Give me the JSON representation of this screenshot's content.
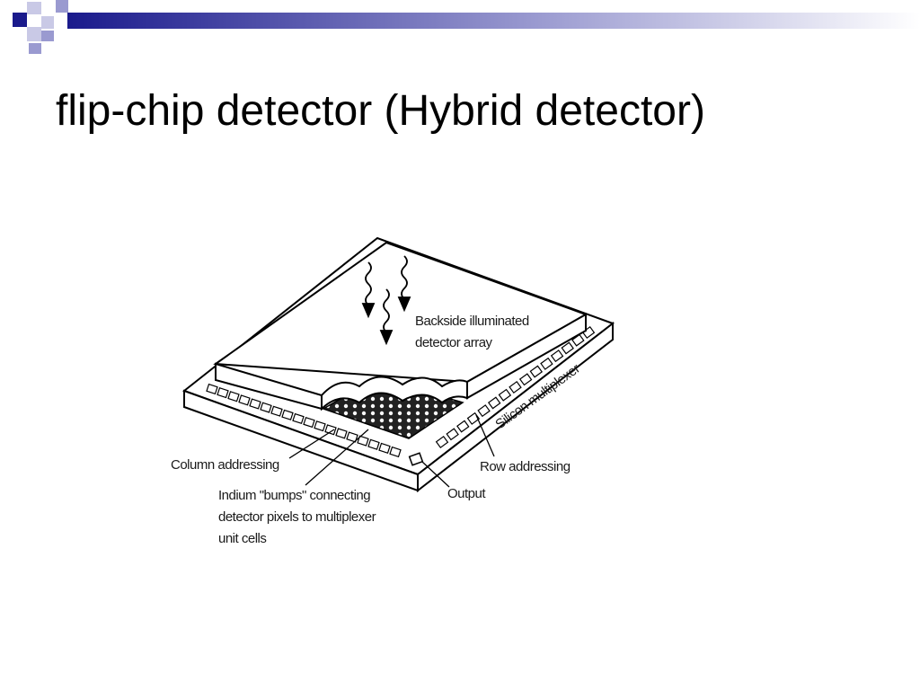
{
  "slide": {
    "title": "flip-chip detector (Hybrid detector)"
  },
  "theme": {
    "accent_dark": "#1a1a8c",
    "accent_mid": "#7f7fbf",
    "accent_light": "#c9c9e6"
  },
  "diagram": {
    "labels": {
      "backside_line1": "Backside illuminated",
      "backside_line2": "detector array",
      "silicon_multiplexer": "Silicon multiplexer",
      "column_addressing": "Column addressing",
      "row_addressing": "Row addressing",
      "output": "Output",
      "indium_line1": "Indium \"bumps\" connecting",
      "indium_line2": "detector pixels to multiplexer",
      "indium_line3": "unit cells"
    }
  }
}
